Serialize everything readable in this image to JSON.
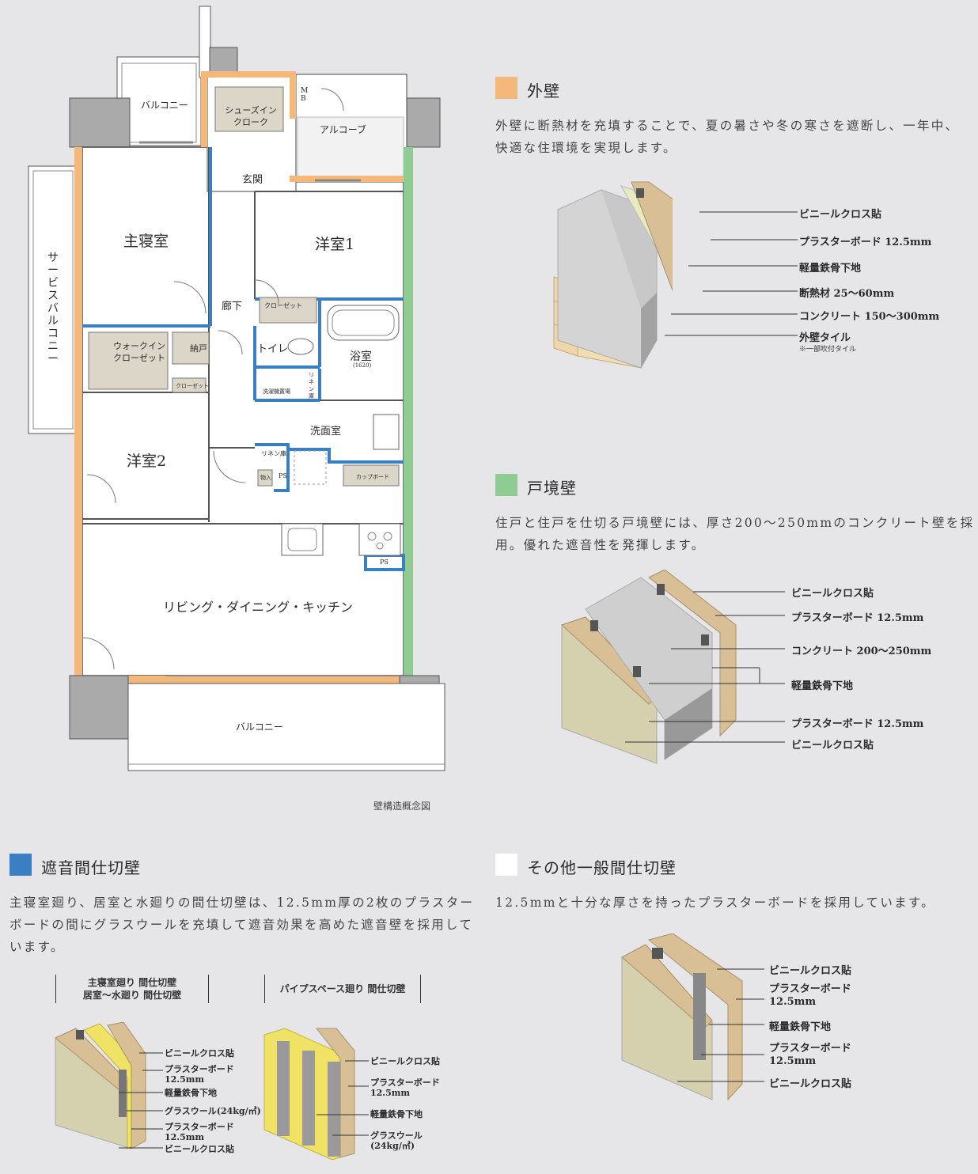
{
  "floorplan": {
    "caption": "壁構造概念図",
    "rooms": {
      "balcony_top": "バルコニー",
      "mb": "M B",
      "shoes_in_closet": "シューズイン クローク",
      "alcove": "アルコーブ",
      "entrance": "玄関",
      "master_bedroom": "主寝室",
      "western_room1": "洋室1",
      "service_balcony": "サービスバルコニー",
      "hallway": "廊下",
      "closet_a": "クローゼット",
      "walk_in_closet": "ウォークイン クローゼット",
      "storage": "納戸",
      "toilet": "トイレ",
      "bathroom": "浴室",
      "bathroom_size": "(1620)",
      "laundry_space": "洗濯機置場",
      "linen_a": "リネン庫",
      "closet_b": "クローゼット",
      "washroom": "洗面室",
      "western_room2": "洋室2",
      "linen_b": "リネン庫",
      "storage_small": "物入",
      "ps_a": "PS",
      "cupboard": "カップボード",
      "ps_b": "PS",
      "ldk": "リビング・ダイニング・キッチン",
      "balcony_bottom": "バルコニー"
    }
  },
  "colors": {
    "exterior": "#f4b97a",
    "boundary": "#8ecc94",
    "soundproof": "#3a7fc4",
    "general": "#ffffff"
  },
  "sections": {
    "exterior": {
      "title": "外壁",
      "body": "外壁に断熱材を充填することで、夏の暑さや冬の寒さを遮断し、一年中、快適な住環境を実現します。",
      "labels": [
        "ビニールクロス貼",
        "プラスターボード 12.5mm",
        "軽量鉄骨下地",
        "断熱材 25〜60mm",
        "コンクリート 150〜300mm",
        "外壁タイル"
      ],
      "note": "※一部吹付タイル"
    },
    "boundary": {
      "title": "戸境壁",
      "body": "住戸と住戸を仕切る戸境壁には、厚さ200〜250mmのコンクリート壁を採用。優れた遮音性を発揮します。",
      "labels": [
        "ビニールクロス貼",
        "プラスターボード 12.5mm",
        "コンクリート 200〜250mm",
        "軽量鉄骨下地",
        "プラスターボード 12.5mm",
        "ビニールクロス貼"
      ]
    },
    "soundproof": {
      "title": "遮音間仕切壁",
      "body": "主寝室廻り、居室と水廻りの間仕切壁は、12.5mm厚の2枚のプラスターボードの間にグラスウールを充填して遮音効果を高めた遮音壁を採用しています。",
      "diagram_a_title": "主寝室廻り 間仕切壁\n居室〜水廻り 間仕切壁",
      "diagram_b_title": "パイプスペース廻り 間仕切壁",
      "labels_a": [
        "ビニールクロス貼",
        "プラスターボード\n12.5mm",
        "軽量鉄骨下地",
        "グラスウール(24kg/㎥)",
        "プラスターボード\n12.5mm",
        "ビニールクロス貼"
      ],
      "labels_b": [
        "ビニールクロス貼",
        "プラスターボード\n12.5mm",
        "軽量鉄骨下地",
        "グラスウール\n(24kg/㎥)"
      ]
    },
    "general": {
      "title": "その他一般間仕切壁",
      "body": "12.5mmと十分な厚さを持ったプラスターボードを採用しています。",
      "labels": [
        "ビニールクロス貼",
        "プラスターボード\n12.5mm",
        "軽量鉄骨下地",
        "プラスターボード\n12.5mm",
        "ビニールクロス貼"
      ]
    }
  }
}
